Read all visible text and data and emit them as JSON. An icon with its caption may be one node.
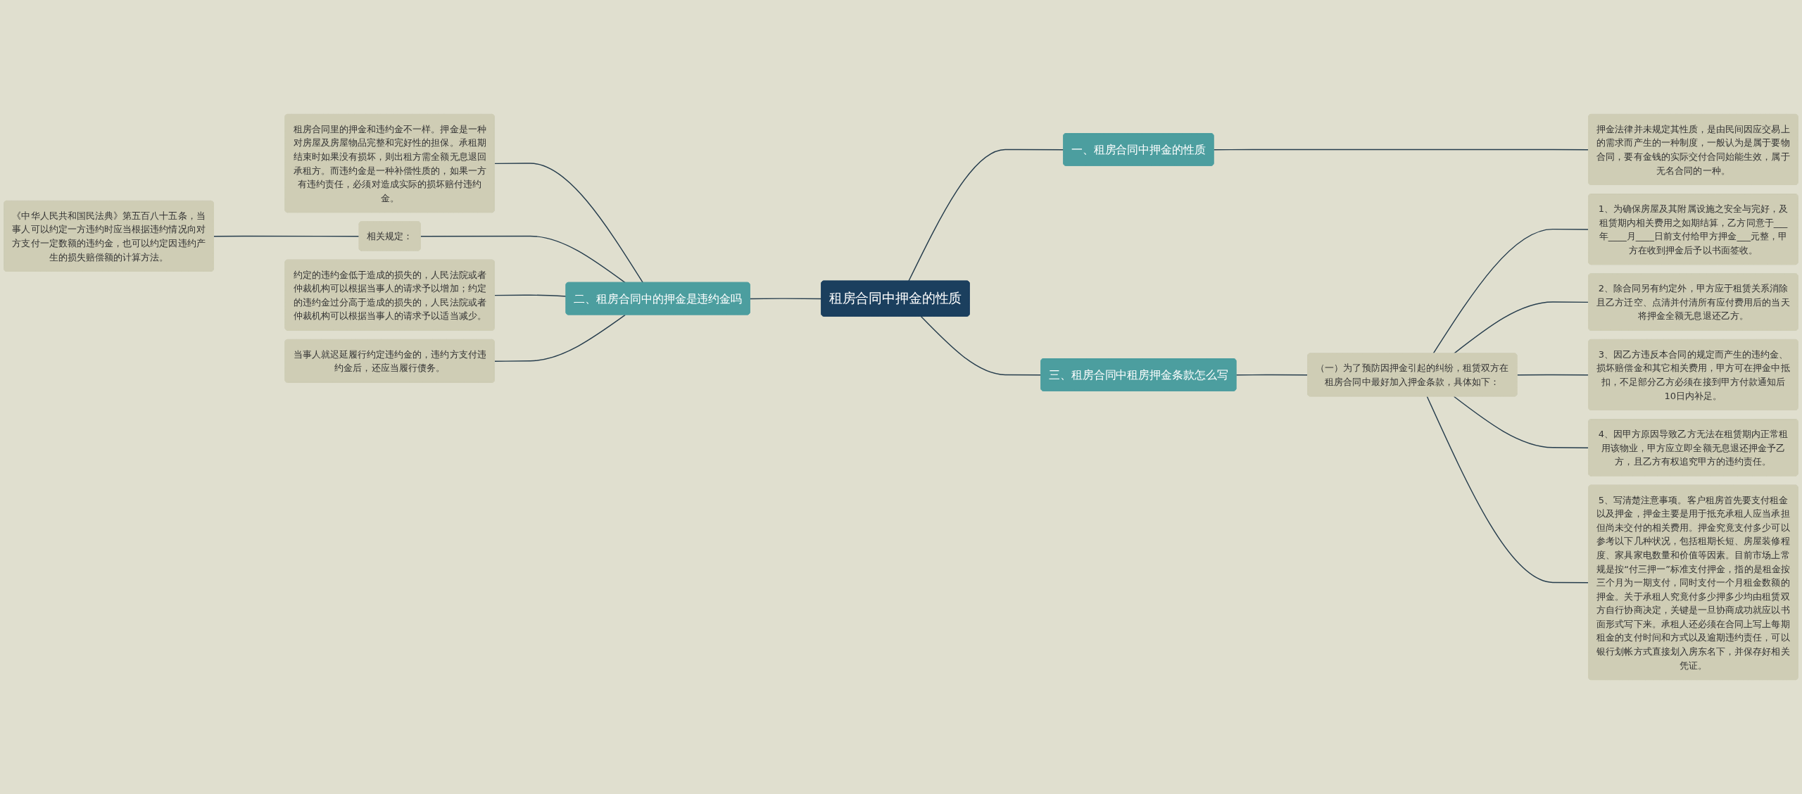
{
  "diagram": {
    "nodes": [
      {
        "text": [
          "租房合同中押金的性质"
        ]
      },
      {
        "text": [
          "一、租房合同中押金的性质"
        ]
      },
      {
        "text": [
          "押金法律并未规定其性质，是由民间因应交易上的需求而产生的一种制度，一般认为是属于要物合同，要有金钱的实际交付合同始能生效，属于无名合同的一种。"
        ]
      },
      {
        "text": [
          "二、租房合同中的押金是违约金吗"
        ]
      },
      {
        "text": [
          "租房合同里的押金和违约金不一样。押金是一种对房屋及房屋物品完整和完好性的担保。承租期结束时如果没有损坏，则出租方需全额无息退回承租方。而违约金是一种补偿性质的，如果一方有违约责任，必须对造成实际的损坏赔付违约金。"
        ]
      },
      {
        "text": [
          "相关规定："
        ]
      },
      {
        "text": [
          "《中华人民共和国民法典》第五百八十五条，当事人可以约定一方违约时应当根据违约情况向对方支付一定数额的违约金，也可以约定因违约产生的损失赔偿额的计算方法。"
        ]
      },
      {
        "text": [
          "约定的违约金低于造成的损失的，人民法院或者仲裁机构可以根据当事人的请求予以增加；约定的违约金过分高于造成的损失的，人民法院或者仲裁机构可以根据当事人的请求予以适当减少。"
        ]
      },
      {
        "text": [
          "当事人就迟延履行约定违约金的，违约方支付违约金后，还应当履行债务。"
        ]
      },
      {
        "text": [
          "三、租房合同中租房押金条款怎么写"
        ]
      },
      {
        "text": [
          "（一）为了预防因押金引起的纠纷，租赁双方在租房合同中最好加入押金条款，具体如下："
        ]
      },
      {
        "text": [
          "1、为确保房屋及其附属设施之安全与完好，及租赁期内相关费用之如期结算，乙方同意于___年____月____日前支付给甲方押金___元整，甲方在收到押金后予以书面签收。"
        ]
      },
      {
        "text": [
          "2、除合同另有约定外，甲方应于租赁关系消除且乙方迁空、点清并付清所有应付费用后的当天将押金全额无息退还乙方。"
        ]
      },
      {
        "text": [
          "3、因乙方违反本合同的规定而产生的违约金、损坏赔偿金和其它相关费用，甲方可在押金中抵扣，不足部分乙方必须在接到甲方付款通知后10日内补足。"
        ]
      },
      {
        "text": [
          "4、因甲方原因导致乙方无法在租赁期内正常租用该物业，甲方应立即全额无息退还押金予乙方，且乙方有权追究甲方的违约责任。"
        ]
      },
      {
        "text": [
          "5、写清楚注意事项。客户租房首先要支付租金以及押金，押金主要是用于抵充承租人应当承担但尚未交付的相关费用。押金究竟支付多少可以参考以下几种状况，包括租期长短、房屋装修程度、家具家电数量和价值等因素。目前市场上常规是按“付三押一”标准支付押金，指的是租金按三个月为一期支付，同时支付一个月租金数额的押金。关于承租人究竟付多少押多少均由租赁双方自行协商决定，关键是一旦协商成功就应以书面形式写下来。承租人还必须在合同上写上每期租金的支付时间和方式以及逾期违约责任，可以银行划帐方式直接划入房东名下，并保存好相关凭证。"
        ]
      }
    ],
    "edges": [
      {
        "from": 0,
        "to": 1,
        "arrow": "none"
      },
      {
        "from": 1,
        "to": 2,
        "arrow": "none"
      },
      {
        "from": 0,
        "to": 3,
        "arrow": "none"
      },
      {
        "from": 3,
        "to": 4,
        "arrow": "none"
      },
      {
        "from": 3,
        "to": 5,
        "arrow": "none"
      },
      {
        "from": 5,
        "to": 6,
        "arrow": "none"
      },
      {
        "from": 3,
        "to": 7,
        "arrow": "none"
      },
      {
        "from": 3,
        "to": 8,
        "arrow": "none"
      },
      {
        "from": 0,
        "to": 9,
        "arrow": "none"
      },
      {
        "from": 9,
        "to": 10,
        "arrow": "none"
      },
      {
        "from": 10,
        "to": 11,
        "arrow": "none"
      },
      {
        "from": 10,
        "to": 12,
        "arrow": "none"
      },
      {
        "from": 10,
        "to": 13,
        "arrow": "none"
      },
      {
        "from": 10,
        "to": 14,
        "arrow": "none"
      },
      {
        "from": 10,
        "to": 15,
        "arrow": "none"
      }
    ]
  }
}
